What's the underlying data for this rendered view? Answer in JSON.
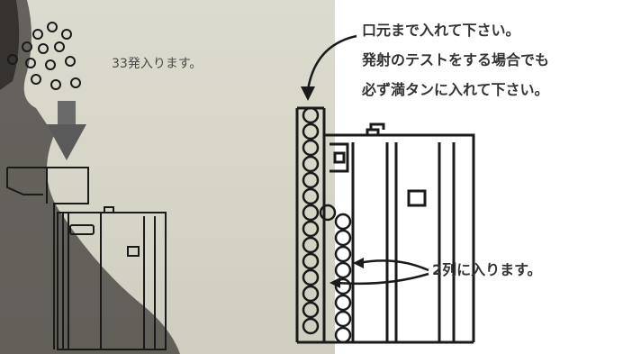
{
  "bb_count_label": "33発入ります。",
  "instructions": [
    "口元まで入れて下さい。",
    "発射のテストをする場合でも",
    "必ず満タンに入れて下さい。"
  ],
  "two_rows_label": "2列に入ります。",
  "colors": {
    "left_background": "#d6d4c6",
    "line": "#1a1a1a",
    "arrow_fill": "#555555"
  }
}
